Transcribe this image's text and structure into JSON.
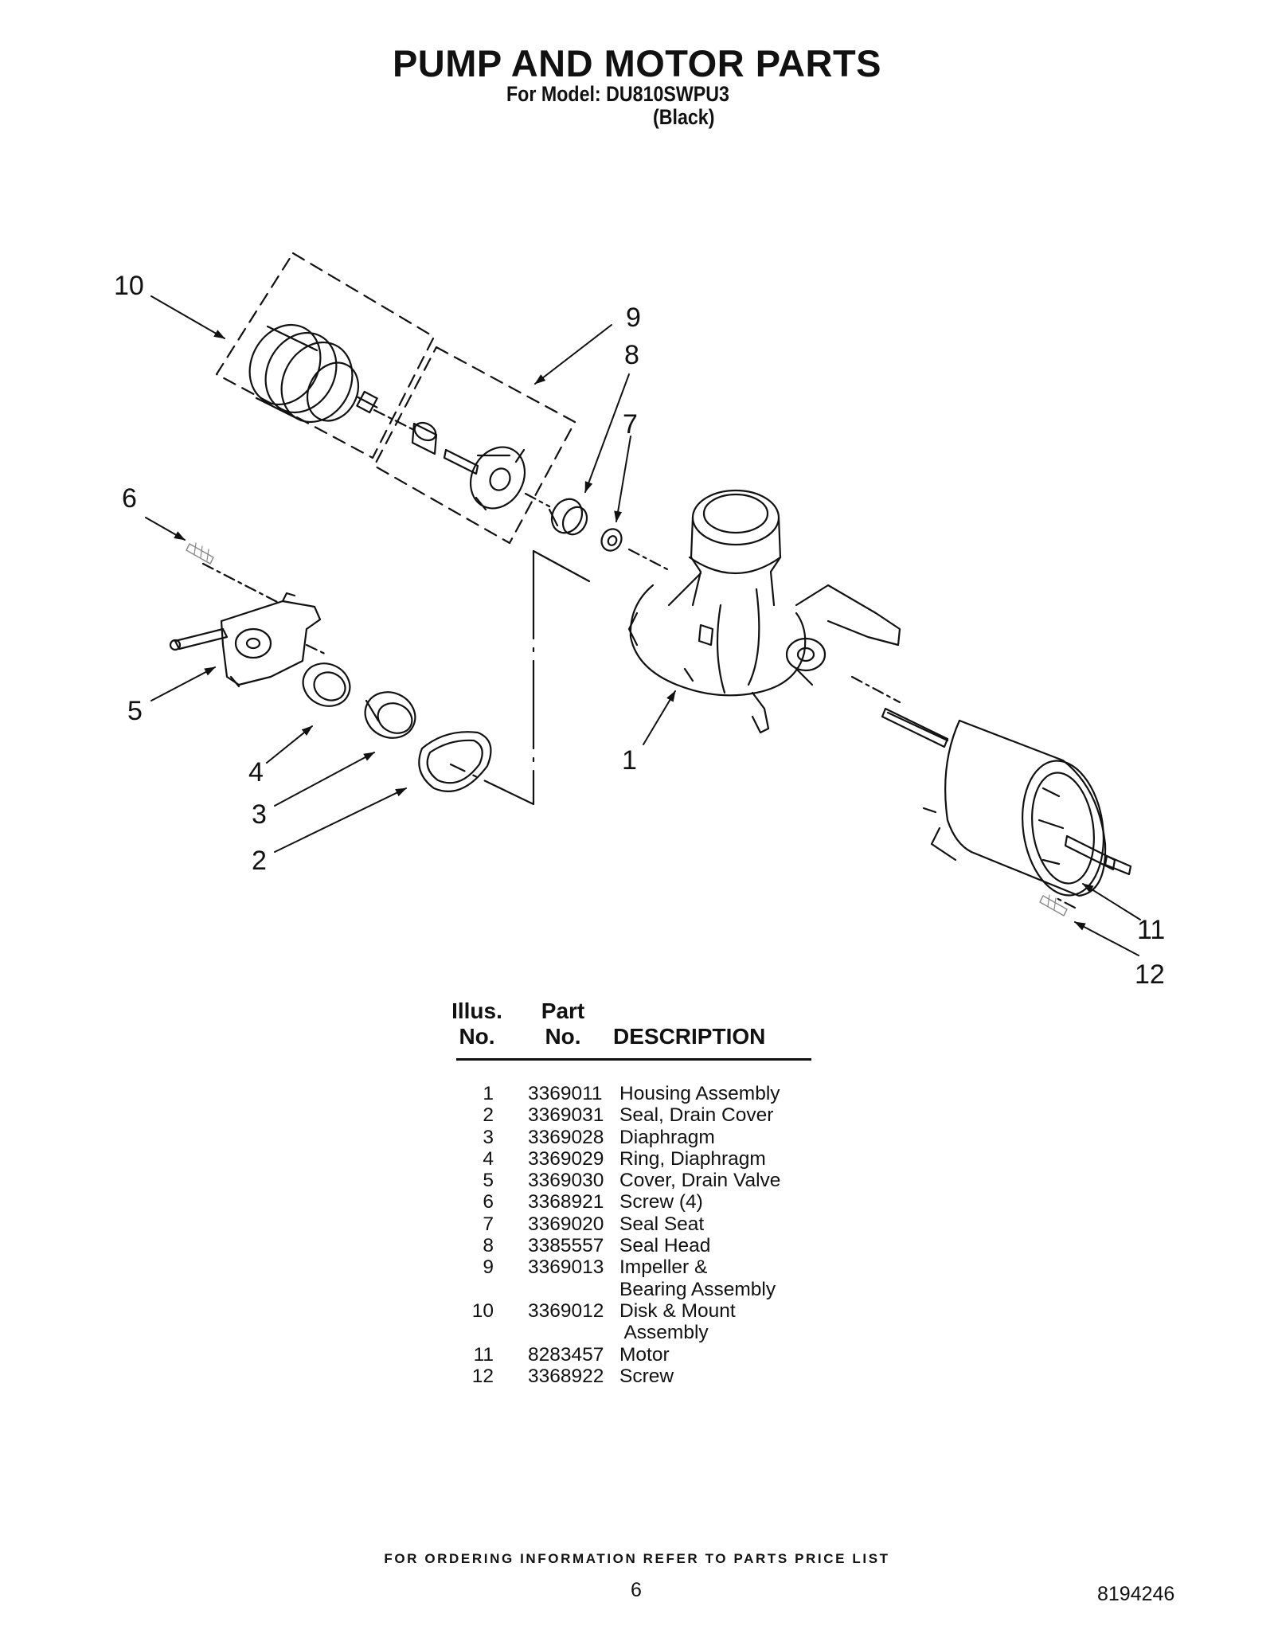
{
  "header": {
    "title": "PUMP AND MOTOR PARTS",
    "model_line": "For Model: DU810SWPU3",
    "color_line": "(Black)"
  },
  "diagram": {
    "callouts": [
      "1",
      "2",
      "3",
      "4",
      "5",
      "6",
      "7",
      "8",
      "9",
      "10",
      "11",
      "12"
    ]
  },
  "table": {
    "headers": {
      "illus_top": "Illus.",
      "illus_bottom": "No.",
      "part_top": "Part",
      "part_bottom": "No.",
      "description": "DESCRIPTION"
    },
    "rows": [
      {
        "no": "1",
        "part": "3369011",
        "desc": "Housing Assembly"
      },
      {
        "no": "2",
        "part": "3369031",
        "desc": "Seal, Drain Cover"
      },
      {
        "no": "3",
        "part": "3369028",
        "desc": "Diaphragm"
      },
      {
        "no": "4",
        "part": "3369029",
        "desc": "Ring, Diaphragm"
      },
      {
        "no": "5",
        "part": "3369030",
        "desc": "Cover, Drain Valve"
      },
      {
        "no": "6",
        "part": "3368921",
        "desc": "Screw (4)"
      },
      {
        "no": "7",
        "part": "3369020",
        "desc": "Seal Seat"
      },
      {
        "no": "8",
        "part": "3385557",
        "desc": "Seal Head"
      },
      {
        "no": "9",
        "part": "3369013",
        "desc": "Impeller &"
      },
      {
        "no": "",
        "part": "",
        "desc": "Bearing Assembly"
      },
      {
        "no": "10",
        "part": "3369012",
        "desc": "Disk & Mount"
      },
      {
        "no": "",
        "part": "",
        "desc": " Assembly"
      },
      {
        "no": "11",
        "part": "8283457",
        "desc": "Motor"
      },
      {
        "no": "12",
        "part": "3368922",
        "desc": "Screw"
      }
    ]
  },
  "footer": {
    "ordering_note": "FOR ORDERING INFORMATION REFER TO PARTS PRICE LIST",
    "page_number": "6",
    "document_number": "8194246"
  }
}
